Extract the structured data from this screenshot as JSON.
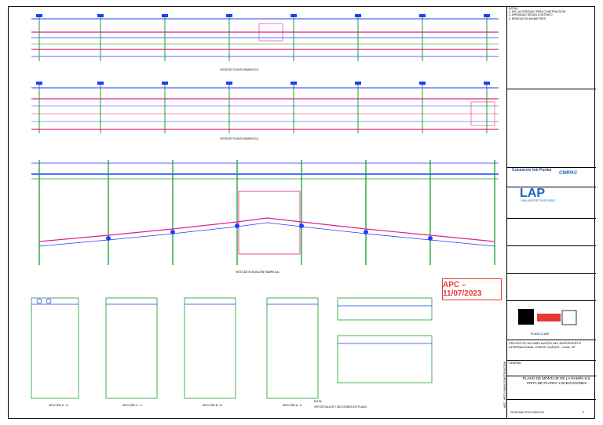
{
  "stamp": {
    "text": "APC – 11/07/2023"
  },
  "titles": {
    "plan_top": "VISTA DE PLANTA RAMPA SJL",
    "plan_mid": "VISTA DE PLANTA RAMPA SJL",
    "elevation": "VISTA DE ELEVACIÓN RAMPA SJL",
    "sec_dd": "SECCIÓN D - D",
    "sec_cc": "SECCIÓN C - C",
    "sec_bb": "SECCIÓN B - B",
    "sec_aa": "SECCIÓN A - A",
    "note": "NOTA:",
    "note_text": "VER DETALLES Y SECCIONES EN PLANO"
  },
  "notes": {
    "heading": "NOTAS",
    "items": [
      "1. APC-AUTORIZADO PARA CONSTRUCCIÓN",
      "2. APROBADO SEGÚN CONTRATO",
      "3. MEDIDAS EN MILÍMETROS"
    ]
  },
  "consorcio": {
    "name": "Consorcio Inti Punku",
    "partner": "CIMPAC"
  },
  "lap": {
    "logo": "LAP",
    "sub": "LIMA AIRPORT PARTNERS"
  },
  "project": {
    "title": "PROYECTO DE AMPLIACIÓN DEL AEROPUERTO INTERNACIONAL JORGE CHÁVEZ - LIMA, PE",
    "drawing_title": "PLANO DE MONTAJE DE LA RAMPA SJL VISTA DE PLANTA Y ELEVACIONES",
    "number": "21245-BAS-1P1C-DWG-001",
    "revision": "0",
    "key_plan": "PLANO CLAVE",
    "general": "GENERAL"
  },
  "vertical_label": "APC - APTO PARA CONSTRUCCIÓN",
  "colors": {
    "pink": "#e0218a",
    "blue": "#1f3cff",
    "green": "#19a02a",
    "red": "#e53935"
  }
}
